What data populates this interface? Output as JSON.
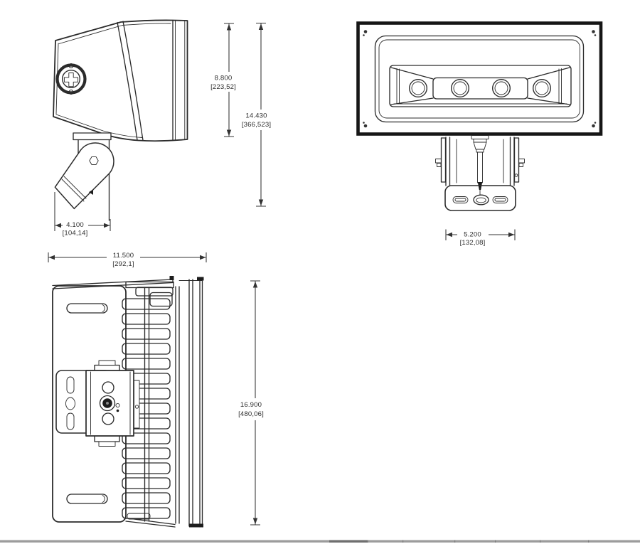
{
  "drawing": {
    "palette": {
      "line": "#2b2b2b",
      "heavy_outline": "#161616",
      "dimension_text": "#2f2f2f",
      "footer_bar": "#9c9c9c",
      "footer_bar_dark": "#6f6f6f",
      "background": "#ffffff"
    },
    "dimensions": {
      "housing_height": {
        "inches": "8.800",
        "millimeters": "[223,52]"
      },
      "overall_height": {
        "inches": "14.430",
        "millimeters": "[366,523]"
      },
      "arm_width": {
        "inches": "4.100",
        "millimeters": "[104,14]"
      },
      "yoke_width": {
        "inches": "5.200",
        "millimeters": "[132,08]"
      },
      "overall_width": {
        "inches": "11.500",
        "millimeters": "[292,1]"
      },
      "overall_depth": {
        "inches": "16.900",
        "millimeters": "[480,06]"
      }
    }
  }
}
